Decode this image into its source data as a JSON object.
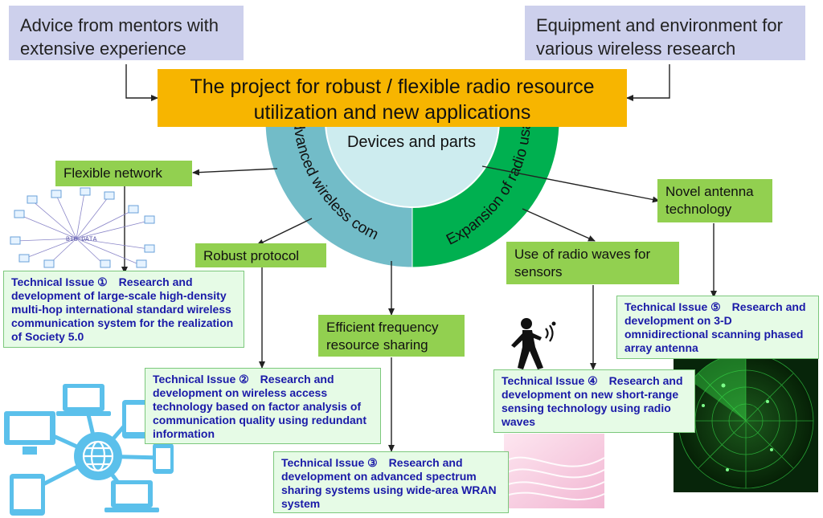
{
  "top_boxes": {
    "mentors": "Advice from mentors with extensive experience",
    "equipment": "Equipment and environment for various wireless research"
  },
  "project_title": "The project for robust / flexible radio resource utilization and new applications",
  "semicircle": {
    "center": "Devices and parts",
    "left_arc": "Advanced wireless communication",
    "right_arc": "Expansion of radio usage"
  },
  "labels": {
    "flexible_network": "Flexible network",
    "robust_protocol": "Robust protocol",
    "efficient_sharing": "Efficient frequency resource sharing",
    "radio_sensors": "Use of radio waves for sensors",
    "novel_antenna": "Novel antenna technology"
  },
  "issues": {
    "issue1": "Technical Issue ①　Research and development of large-scale high-density multi-hop international standard wireless communication system for the realization of Society 5.0",
    "issue2": "Technical Issue ②　Research and development on wireless access technology based on factor analysis of communication quality using redundant information",
    "issue3": "Technical Issue ③　Research and development on advanced spectrum sharing systems using wide-area WRAN system",
    "issue4": "Technical Issue ④　Research and development on new short-range sensing technology using radio waves",
    "issue5": "Technical Issue ⑤　Research and development on 3-D omnidirectional scanning phased array antenna"
  },
  "image_text": {
    "big_data": "BIG DATA"
  },
  "colors": {
    "lavender": "#cdd0ec",
    "project_orange": "#f7b500",
    "label_green": "#92d050",
    "arc_teal": "#72bcc8",
    "arc_green": "#00b050",
    "inner_light": "#cdecef",
    "issue_bg": "#e6fbe6",
    "issue_text": "#1a1aa8",
    "device_blue": "#5bc0eb",
    "radar_green": "#1f8a2f"
  }
}
